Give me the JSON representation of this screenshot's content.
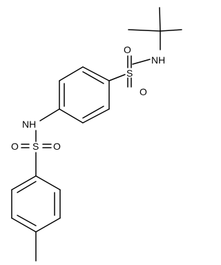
{
  "molecule": {
    "atom_labels": {
      "nh_tbutyl": "NH",
      "s_top": "S",
      "o_top_left": "O",
      "o_top_right": "O",
      "nh_center": "NH",
      "s_bottom": "S",
      "o_bottom_left": "O",
      "o_bottom_right": "O"
    }
  }
}
